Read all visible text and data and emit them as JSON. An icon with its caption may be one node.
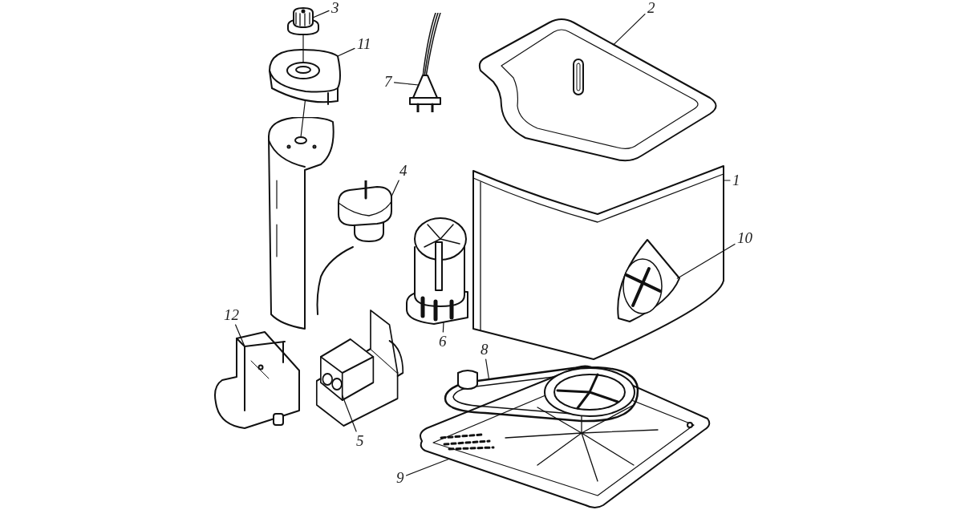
{
  "diagram": {
    "nodes": [
      {
        "text": [
          "3"
        ]
      },
      {
        "text": [
          "11"
        ]
      },
      {
        "text": [
          "7"
        ]
      },
      {
        "text": [
          "2"
        ]
      },
      {
        "text": [
          "4"
        ]
      },
      {
        "text": [
          "1"
        ]
      },
      {
        "text": [
          "10"
        ]
      },
      {
        "text": [
          "12"
        ]
      },
      {
        "text": [
          "6"
        ]
      },
      {
        "text": [
          "8"
        ]
      },
      {
        "text": [
          "5"
        ]
      },
      {
        "text": [
          "9"
        ]
      },
      {
        "text": [],
        "shape": "picture"
      },
      {
        "text": [],
        "shape": "picture"
      },
      {
        "text": [],
        "shape": "picture"
      },
      {
        "text": [],
        "shape": "picture"
      },
      {
        "text": [],
        "shape": "picture"
      },
      {
        "text": [],
        "shape": "picture"
      },
      {
        "text": [],
        "shape": "picture",
        "in": 17
      },
      {
        "text": [],
        "shape": "picture"
      },
      {
        "text": [],
        "shape": "picture"
      },
      {
        "text": [],
        "shape": "picture",
        "in": 23
      },
      {
        "text": [],
        "shape": "picture"
      },
      {
        "text": [],
        "shape": "picture"
      },
      {
        "text": [],
        "shape": "picture"
      }
    ],
    "edges": [
      {
        "from": 0,
        "to": 12,
        "arrow": "none"
      },
      {
        "from": 1,
        "to": 13,
        "arrow": "none"
      },
      {
        "from": 2,
        "to": 14,
        "arrow": "none"
      },
      {
        "from": 3,
        "to": 15,
        "arrow": "none"
      },
      {
        "from": 4,
        "to": 16,
        "arrow": "none"
      },
      {
        "from": 5,
        "to": 17,
        "arrow": "none"
      },
      {
        "from": 6,
        "to": 18,
        "arrow": "none"
      },
      {
        "from": 7,
        "to": 19,
        "arrow": "none"
      },
      {
        "from": 8,
        "to": 20,
        "arrow": "none"
      },
      {
        "from": 9,
        "to": 21,
        "arrow": "none"
      },
      {
        "from": 10,
        "to": 22,
        "arrow": "none"
      },
      {
        "from": 11,
        "to": 23,
        "arrow": "none"
      },
      {
        "from": 12,
        "to": 13,
        "arrow": "none"
      },
      {
        "from": 13,
        "to": 24,
        "arrow": "none"
      }
    ]
  }
}
